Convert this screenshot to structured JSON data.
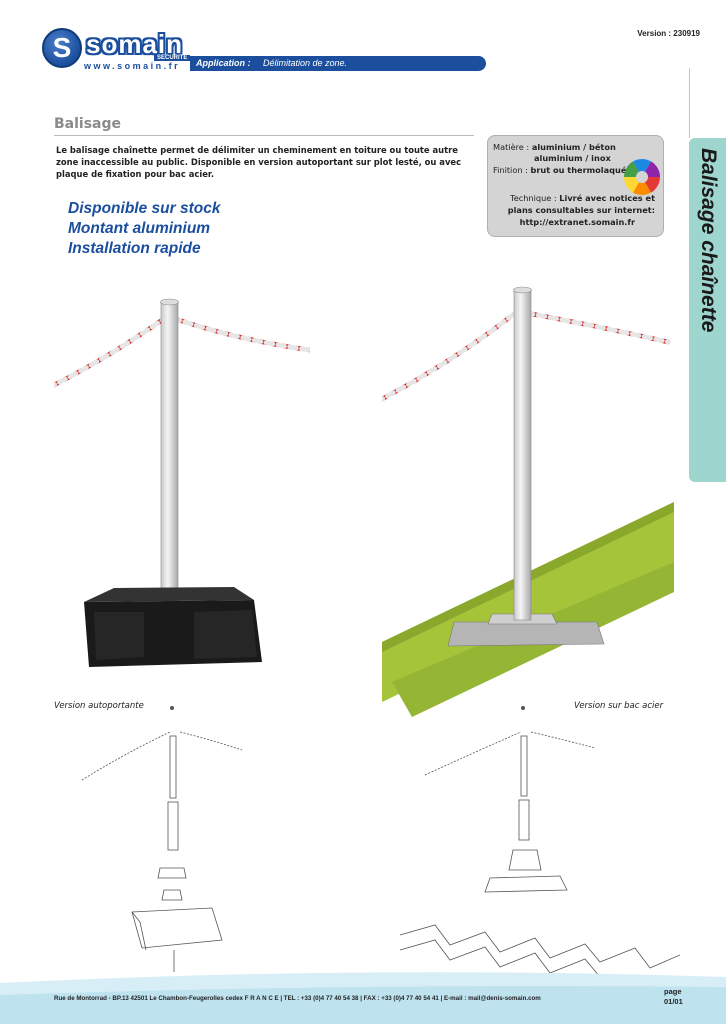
{
  "header": {
    "version": "Version : 230919",
    "brand": "somain",
    "brand_sub": "SECURITE",
    "website": "www.somain.fr",
    "application_label": "Application :",
    "application_value": "Délimitation de zone."
  },
  "section": {
    "title": "Balisage",
    "description": "Le balisage chaînette permet de délimiter un cheminement en toiture ou toute autre zone inaccessible au public. Disponible en version autoportant sur plot lesté, ou avec plaque de fixation pour bac acier.",
    "highlights": [
      "Disponible sur stock",
      "Montant aluminium",
      "Installation rapide"
    ]
  },
  "infobox": {
    "matiere_label": "Matière :",
    "matiere_value_1": "aluminium / béton",
    "matiere_value_2": "aluminium / inox",
    "finition_label": "Finition :",
    "finition_value": "brut ou thermolaqué",
    "technique_label": "Technique :",
    "technique_value_1": "Livré avec notices et",
    "technique_value_2": "plans consultables sur internet:",
    "technique_value_3": "http://extranet.somain.fr",
    "colorwheel_icon": "color-wheel-icon"
  },
  "side_tab": {
    "label": "Balisage chaînette",
    "color": "#9fd5cf"
  },
  "captions": {
    "left": "Version autoportante",
    "right": "Version sur bac acier"
  },
  "footer": {
    "address": "Rue de Montorrad - BP.13 42501 Le Chambon-Feugerolles cedex F R A N C E | TEL : +33 (0)4 77 40 54 38 | FAX : +33 (0)4 77 40 54 41 | E-mail : mail@denis-somain.com",
    "page_label": "page",
    "page_number": "01/01"
  },
  "colors": {
    "brand_blue": "#1b4f9e",
    "chain_red": "#d42a2a",
    "roof_green": "#a6c43a"
  }
}
